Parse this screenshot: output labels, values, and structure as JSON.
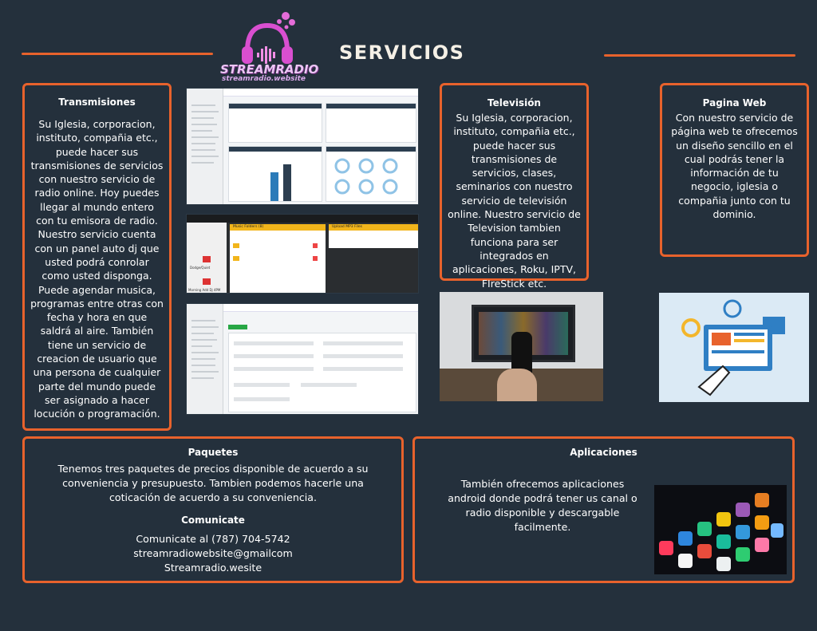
{
  "page": {
    "title": "SERVICIOS",
    "accent": "#e8622c",
    "background": "#24303c"
  },
  "logo": {
    "name": "STREAMRADIO",
    "sub": "streamradio.website"
  },
  "transmisiones": {
    "heading": "Transmisiones",
    "body": "Su Iglesia, corporacion, instituto, compañia etc., puede hacer sus transmisiones de servicios con nuestro servicio de radio online. Hoy puedes llegar al mundo entero con tu emisora de radio. Nuestro servicio cuenta con un panel auto dj que usted podrá conrolar como usted disponga. Puede agendar musica, programas entre otras con fecha y hora en que saldrá al aire.  También tiene un servicio de creacion de usuario que una persona de cualquier parte del mundo puede ser asignado a hacer locución o programación."
  },
  "television": {
    "heading": "Televisión",
    "body": "Su Iglesia, corporacion, instituto, compañia etc., puede hacer sus transmisiones de servicios, clases, seminarios con nuestro servicio de televisión online. Nuestro servicio de Television tambien funciona para ser integrados en aplicaciones, Roku, IPTV, FIreStick etc."
  },
  "pagina_web": {
    "heading": "Pagina Web",
    "body": "Con nuestro servicio de página web te ofrecemos un diseño sencillo en el cual podrás tener la información de tu negocio, iglesia o compañia junto con tu dominio."
  },
  "paquetes": {
    "heading": "Paquetes",
    "body": "Tenemos tres paquetes de precios disponible de acuerdo a su conveniencia y presupuesto. Tambien podemos hacerle una coticación de acuerdo a su conveniencia."
  },
  "comunicate": {
    "heading": "Comunicate",
    "phone": "Comunicate al (787) 704-5742",
    "email": "streamradiowebsite@gmailcom",
    "site": "Streamradio.wesite"
  },
  "aplicaciones": {
    "heading": "Aplicaciones",
    "body": "También ofrecemos aplicaciones android donde podrá tener us canal o radio disponible y descargable facilmente."
  },
  "screenshots": {
    "mp3_header": "Music Folders (8)",
    "upload_header": "Upload MP3 Files",
    "playlist_a": "Dodge/Quiet",
    "playlist_b": "Morning Add Dj 4PM"
  }
}
